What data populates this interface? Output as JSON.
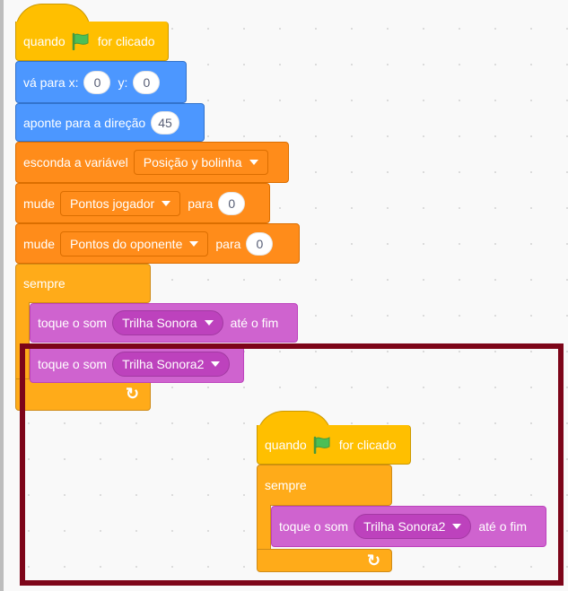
{
  "script1": {
    "hat_when": "quando",
    "hat_clicked": "for clicado",
    "goto_label": "vá para x:",
    "goto_x": "0",
    "goto_y_label": "y:",
    "goto_y": "0",
    "point_label": "aponte  para a direção",
    "point_value": "45",
    "hide_var_label": "esconda a variável",
    "hide_var_name": "Posição y bolinha",
    "set1_label": "mude",
    "set1_var": "Pontos jogador",
    "set1_to": "para",
    "set1_value": "0",
    "set2_label": "mude",
    "set2_var": "Pontos do oponente",
    "set2_to": "para",
    "set2_value": "0",
    "forever_label": "sempre",
    "sound1_label": "toque o som",
    "sound1_name": "Trilha Sonora",
    "sound1_until": "até o fim",
    "sound2_label": "toque o som",
    "sound2_name": "Trilha Sonora2"
  },
  "script2": {
    "hat_when": "quando",
    "hat_clicked": "for clicado",
    "forever_label": "sempre",
    "sound_label": "toque o som",
    "sound_name": "Trilha Sonora2",
    "sound_until": "até o fim"
  },
  "icons": {
    "flag": "green-flag-icon",
    "loop_arrow": "repeat-arrow-icon"
  },
  "colors": {
    "events": "#ffbf00",
    "motion": "#4c97ff",
    "variables": "#ff8c1a",
    "control": "#ffab19",
    "sound": "#cf63cf",
    "highlight": "#7d0519"
  }
}
